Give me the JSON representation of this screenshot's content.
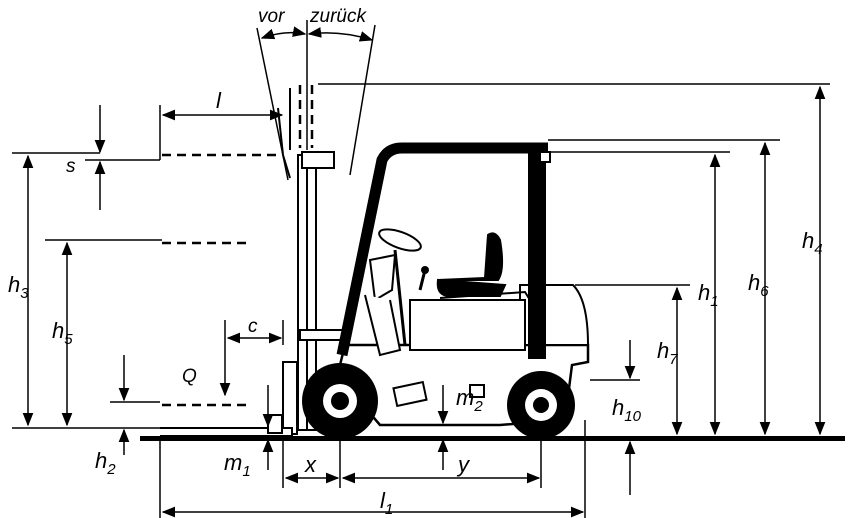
{
  "labels": {
    "vor": "vor",
    "zuruck": "zurück",
    "l": "l",
    "s": "s",
    "h3": "h3",
    "h5": "h5",
    "c": "c",
    "Q": "Q",
    "h2": "h2",
    "m1": "m1",
    "x": "x",
    "m2": "m2",
    "y": "y",
    "l1": "l1",
    "h1": "h1",
    "h6": "h6",
    "h4": "h4",
    "h7": "h7",
    "h10": "h10"
  },
  "colors": {
    "ink": "#000000",
    "paper": "#ffffff"
  }
}
